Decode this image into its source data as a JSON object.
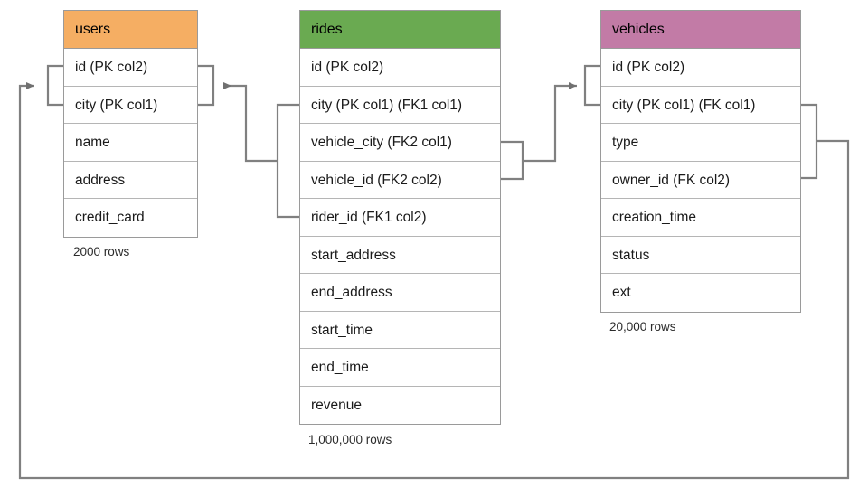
{
  "diagram": {
    "title": "database-schema-er-diagram",
    "background": "#ffffff",
    "edge_color": "#808080",
    "border_color": "#9a9a9a"
  },
  "tables": [
    {
      "name": "users",
      "header_color": "#f5ae63",
      "row_count_label": "2000 rows",
      "columns": [
        {
          "label": "id (PK col2)"
        },
        {
          "label": "city (PK col1)"
        },
        {
          "label": "name"
        },
        {
          "label": "address"
        },
        {
          "label": "credit_card"
        }
      ]
    },
    {
      "name": "rides",
      "header_color": "#6aaa51",
      "row_count_label": "1,000,000 rows",
      "columns": [
        {
          "label": "id (PK col2)"
        },
        {
          "label": "city (PK col1) (FK1 col1)"
        },
        {
          "label": "vehicle_city (FK2 col1)"
        },
        {
          "label": "vehicle_id (FK2 col2)"
        },
        {
          "label": "rider_id (FK1 col2)"
        },
        {
          "label": "start_address"
        },
        {
          "label": "end_address"
        },
        {
          "label": "start_time"
        },
        {
          "label": "end_time"
        },
        {
          "label": "revenue"
        }
      ]
    },
    {
      "name": "vehicles",
      "header_color": "#c27ba6",
      "row_count_label": "20,000 rows",
      "columns": [
        {
          "label": "id (PK col2)"
        },
        {
          "label": "city (PK col1) (FK col1)"
        },
        {
          "label": "type"
        },
        {
          "label": "owner_id (FK col2)"
        },
        {
          "label": "creation_time"
        },
        {
          "label": "status"
        },
        {
          "label": "ext"
        }
      ]
    }
  ],
  "relationships": [
    {
      "name": "rides-fk1-to-users",
      "from_table": "rides",
      "from_columns": [
        "city (PK col1) (FK1 col1)",
        "rider_id (FK1 col2)"
      ],
      "to_table": "users",
      "to_columns": [
        "id (PK col2)",
        "city (PK col1)"
      ]
    },
    {
      "name": "rides-fk2-to-vehicles",
      "from_table": "rides",
      "from_columns": [
        "vehicle_city (FK2 col1)",
        "vehicle_id (FK2 col2)"
      ],
      "to_table": "vehicles",
      "to_columns": [
        "id (PK col2)",
        "city (PK col1) (FK col1)"
      ]
    },
    {
      "name": "vehicles-fk-to-users",
      "from_table": "vehicles",
      "from_columns": [
        "city (PK col1) (FK col1)",
        "owner_id (FK col2)"
      ],
      "to_table": "users",
      "to_columns": [
        "id (PK col2)",
        "city (PK col1)"
      ]
    }
  ]
}
